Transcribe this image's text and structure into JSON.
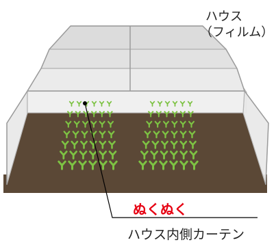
{
  "labels": {
    "house_line1": "ハウス",
    "house_line2": "（フィルム）",
    "warm": "ぬくぬく",
    "curtain": "ハウス内側カーテン"
  },
  "colors": {
    "soil": "#5b4836",
    "soil_dark": "#473628",
    "seedling": "#7dc243",
    "film": "#e7e7e7",
    "frame": "#bdbdbd",
    "accent_red": "#e60012",
    "leader_line": "#000000"
  },
  "seedling_rows": {
    "left_block": 7,
    "right_block": 7
  }
}
